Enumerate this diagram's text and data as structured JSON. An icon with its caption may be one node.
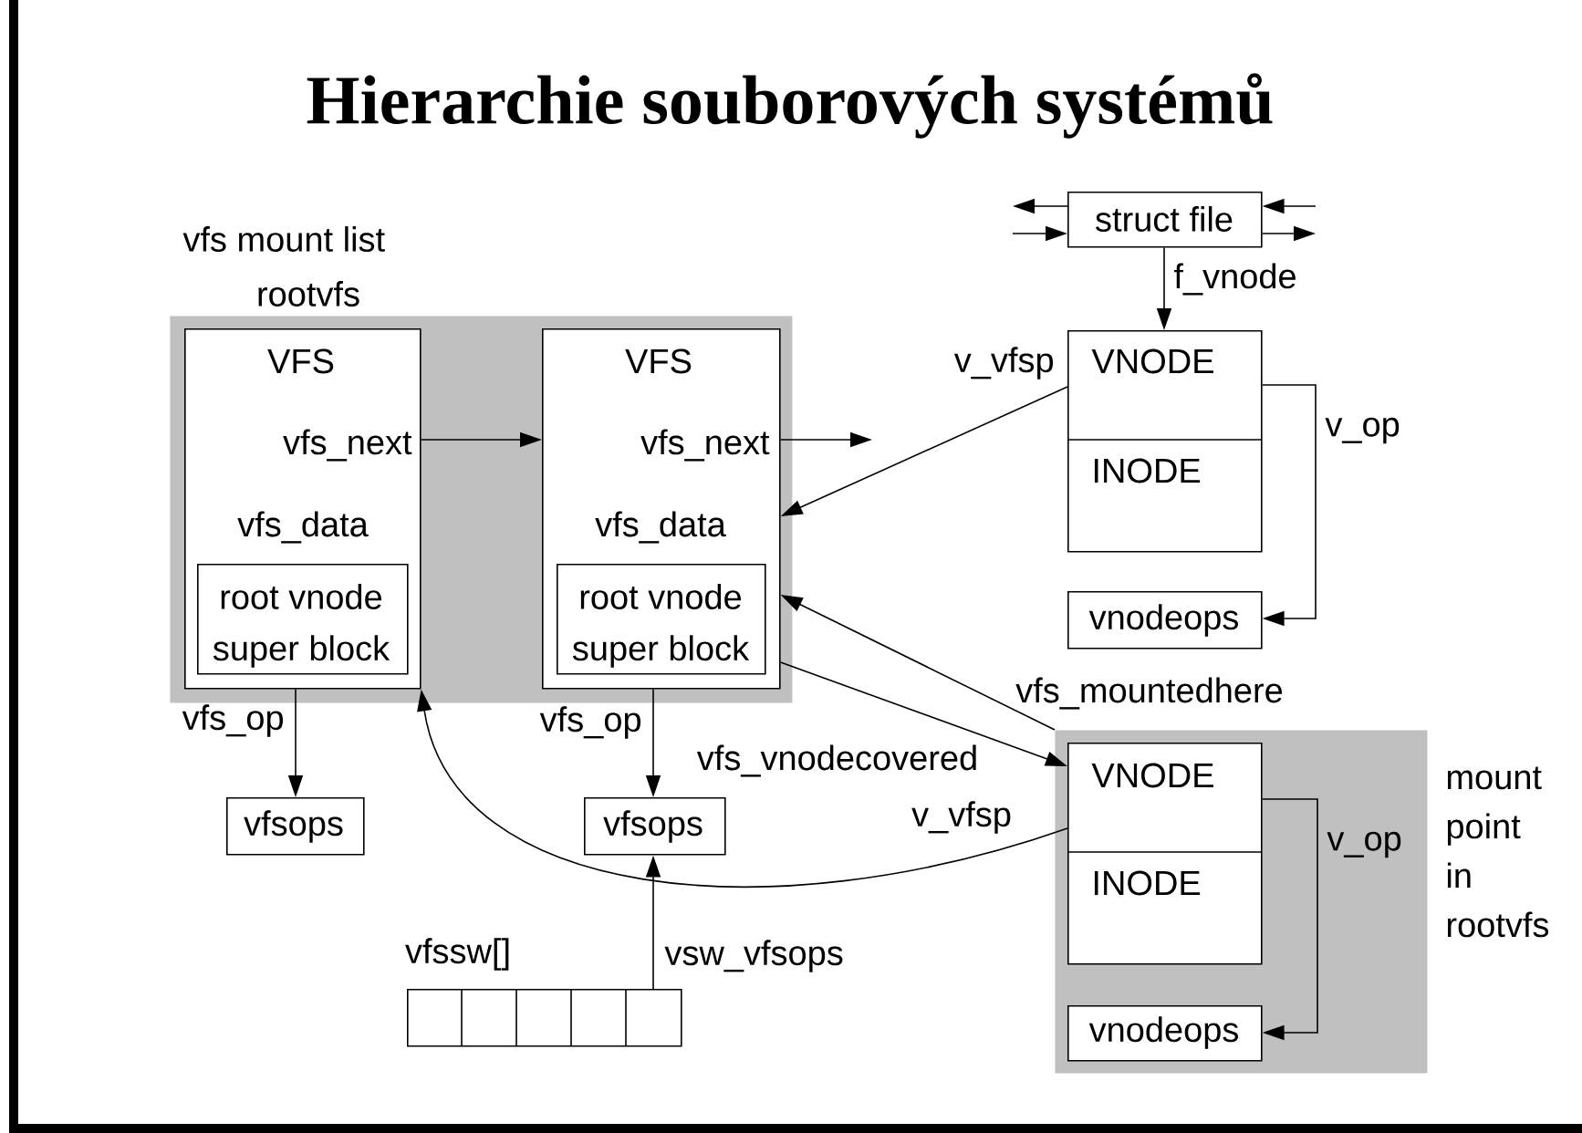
{
  "diagram": {
    "title": "Hierarchie souborových systémů",
    "nodes": [
      {
        "text": [],
        "shape": "band"
      },
      {
        "text": [
          "VFS",
          "vfs_next",
          "vfs_data"
        ],
        "in": 0
      },
      {
        "text": [
          "root vnode",
          "super block"
        ],
        "in": 1
      },
      {
        "text": [
          "VFS",
          "vfs_next",
          "vfs_data"
        ],
        "in": 0
      },
      {
        "text": [
          "root vnode",
          "super block"
        ],
        "in": 3
      },
      {
        "text": [
          "struct file"
        ]
      },
      {
        "text": [
          "VNODE",
          "INODE"
        ]
      },
      {
        "text": [
          "vnodeops"
        ]
      },
      {
        "text": [
          "vfsops"
        ]
      },
      {
        "text": [
          "vfsops"
        ]
      },
      {
        "text": [
          "vfssw[]"
        ]
      },
      {
        "text": [],
        "shape": "band",
        "beside": [
          "mount point in rootvfs"
        ]
      },
      {
        "text": [
          "VNODE",
          "INODE"
        ],
        "in": 11
      },
      {
        "text": [
          "vnodeops"
        ],
        "in": 11
      }
    ],
    "edges": [
      {
        "from": 1,
        "to": 3,
        "arrow": "to"
      },
      {
        "from": 3,
        "to": null,
        "arrow": "to"
      },
      {
        "from": 5,
        "to": 6,
        "arrow": "to",
        "label": "f_vnode"
      },
      {
        "from": 5,
        "to": null,
        "arrow": "to"
      },
      {
        "from": null,
        "to": 5,
        "arrow": "to"
      },
      {
        "from": null,
        "to": 5,
        "arrow": "to"
      },
      {
        "from": 5,
        "to": null,
        "arrow": "to"
      },
      {
        "from": 6,
        "to": 3,
        "arrow": "to",
        "label": "v_vfsp"
      },
      {
        "from": 6,
        "to": 7,
        "arrow": "to",
        "label": "v_op"
      },
      {
        "from": 1,
        "to": 8,
        "arrow": "to",
        "label": "vfs_op"
      },
      {
        "from": 3,
        "to": 9,
        "arrow": "to",
        "label": "vfs_op"
      },
      {
        "from": 11,
        "to": 3,
        "arrow": "to",
        "label": "vfs_mountedhere"
      },
      {
        "from": 3,
        "to": 12,
        "arrow": "to",
        "label": "vfs_vnodecovered"
      },
      {
        "from": 12,
        "to": 1,
        "arrow": "to",
        "label": "v_vfsp"
      },
      {
        "from": 12,
        "to": 13,
        "arrow": "to",
        "label": "v_op"
      },
      {
        "from": 10,
        "to": 9,
        "arrow": "to",
        "label": "vsw_vfsops"
      }
    ],
    "labels": [
      "vfs mount list",
      "rootvfs"
    ]
  }
}
